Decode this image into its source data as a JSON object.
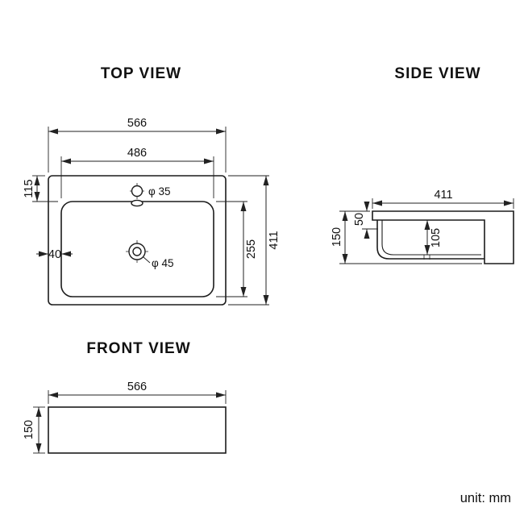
{
  "unit_label": "unit: mm",
  "views": {
    "top": {
      "title": "TOP VIEW",
      "dim_overall_width": "566",
      "dim_inner_width": "486",
      "dim_top_offset": "115",
      "dim_side_gap": "40",
      "dim_bowl_depth": "255",
      "dim_overall_depth": "411",
      "label_faucet_hole": "φ 35",
      "label_drain_hole": "φ 45"
    },
    "side": {
      "title": "SIDE VIEW",
      "dim_depth": "411",
      "dim_rim_height": "50",
      "dim_overall_height": "150",
      "dim_inner_depth": "105"
    },
    "front": {
      "title": "FRONT VIEW",
      "dim_width": "566",
      "dim_height": "150"
    }
  }
}
